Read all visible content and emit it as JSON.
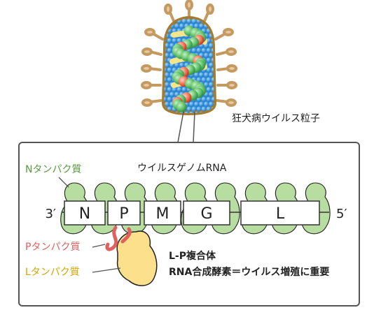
{
  "virion_label": "狂犬病ウイルス粒子",
  "genome_label": "ウイルスゲノムRNA",
  "end_3": "3′",
  "end_5": "5′",
  "genes": [
    "N",
    "P",
    "M",
    "G",
    "L"
  ],
  "n_protein": "Nタンパク質",
  "p_protein": "Pタンパク質",
  "l_protein": "Lタンパク質",
  "complex_title": "L-P複合体",
  "complex_desc": "RNA合成酵素＝ウイルス増殖に重要",
  "colors": {
    "n_green": "#5a9a3c",
    "n_fill": "#b7dea0",
    "p_red": "#e06060",
    "l_yellow": "#d6a400",
    "l_fill": "#fde08c",
    "envelope": "#b8862e",
    "frame": "#555555"
  },
  "icons": [
    "rabies-virion-icon",
    "n-protein-blob-icon",
    "p-protein-squiggle-icon",
    "l-protein-blob-icon"
  ]
}
